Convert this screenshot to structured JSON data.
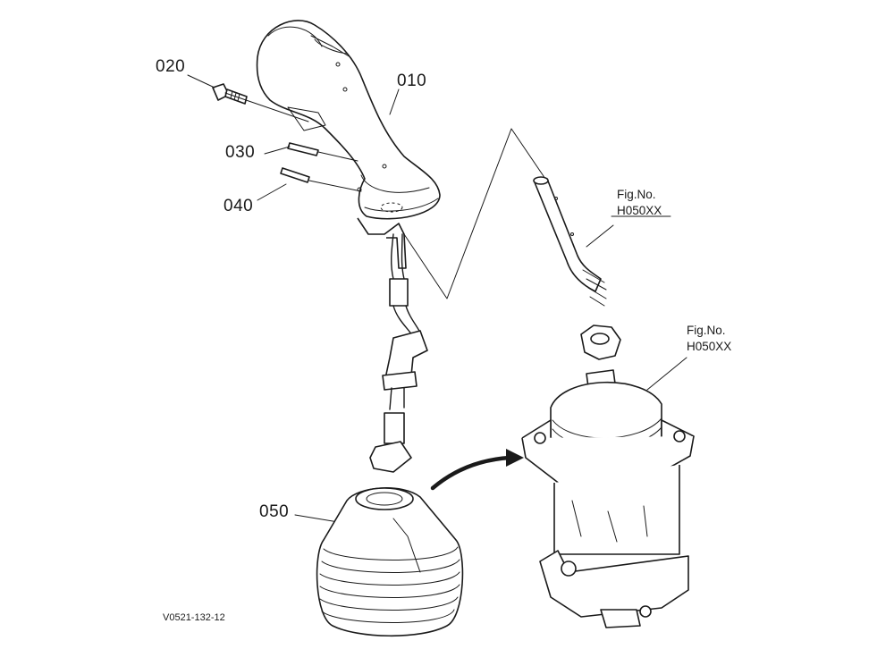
{
  "labels": {
    "part_010": "010",
    "part_020": "020",
    "part_030": "030",
    "part_040": "040",
    "part_050": "050"
  },
  "fig_refs": [
    {
      "title": "Fig.No.",
      "code": "H050XX"
    },
    {
      "title": "Fig.No.",
      "code": "H050XX"
    }
  ],
  "drawing_code": "V0521-132-12"
}
